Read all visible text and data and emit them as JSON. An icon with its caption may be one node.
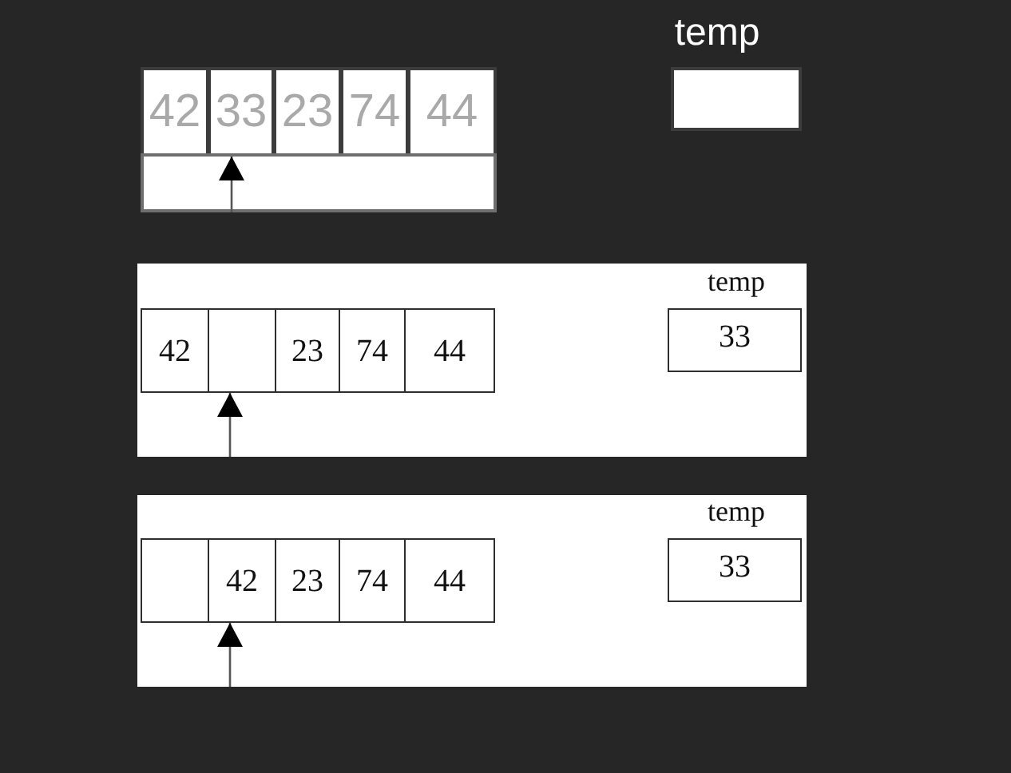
{
  "diagram": {
    "nodes": [
      {
        "text": [
          "42"
        ]
      },
      {
        "text": [
          "33"
        ]
      },
      {
        "text": [
          "23"
        ]
      },
      {
        "text": [
          "74"
        ]
      },
      {
        "text": [
          "44"
        ]
      },
      {
        "text": [
          "temp"
        ]
      },
      {
        "text": [],
        "shape": "bar"
      },
      {
        "text": [],
        "shape": "box"
      },
      {
        "text": [
          "42"
        ],
        "in": 7
      },
      {
        "text": [],
        "shape": "box",
        "in": 7
      },
      {
        "text": [
          "23"
        ],
        "in": 7
      },
      {
        "text": [
          "74"
        ],
        "in": 7
      },
      {
        "text": [
          "44"
        ],
        "in": 7
      },
      {
        "text": [
          "temp",
          "33"
        ],
        "in": 7
      },
      {
        "text": [],
        "shape": "box"
      },
      {
        "text": [],
        "shape": "box",
        "in": 14
      },
      {
        "text": [
          "42"
        ],
        "in": 14
      },
      {
        "text": [
          "23"
        ],
        "in": 14
      },
      {
        "text": [
          "74"
        ],
        "in": 14
      },
      {
        "text": [
          "44"
        ],
        "in": 14
      },
      {
        "text": [
          "temp",
          "33"
        ],
        "in": 14
      }
    ],
    "edges": [
      {
        "from": 6,
        "to": 1,
        "arrow": "to"
      },
      {
        "from": null,
        "to": 9,
        "arrow": "to"
      },
      {
        "from": null,
        "to": 16,
        "arrow": "to"
      }
    ]
  }
}
